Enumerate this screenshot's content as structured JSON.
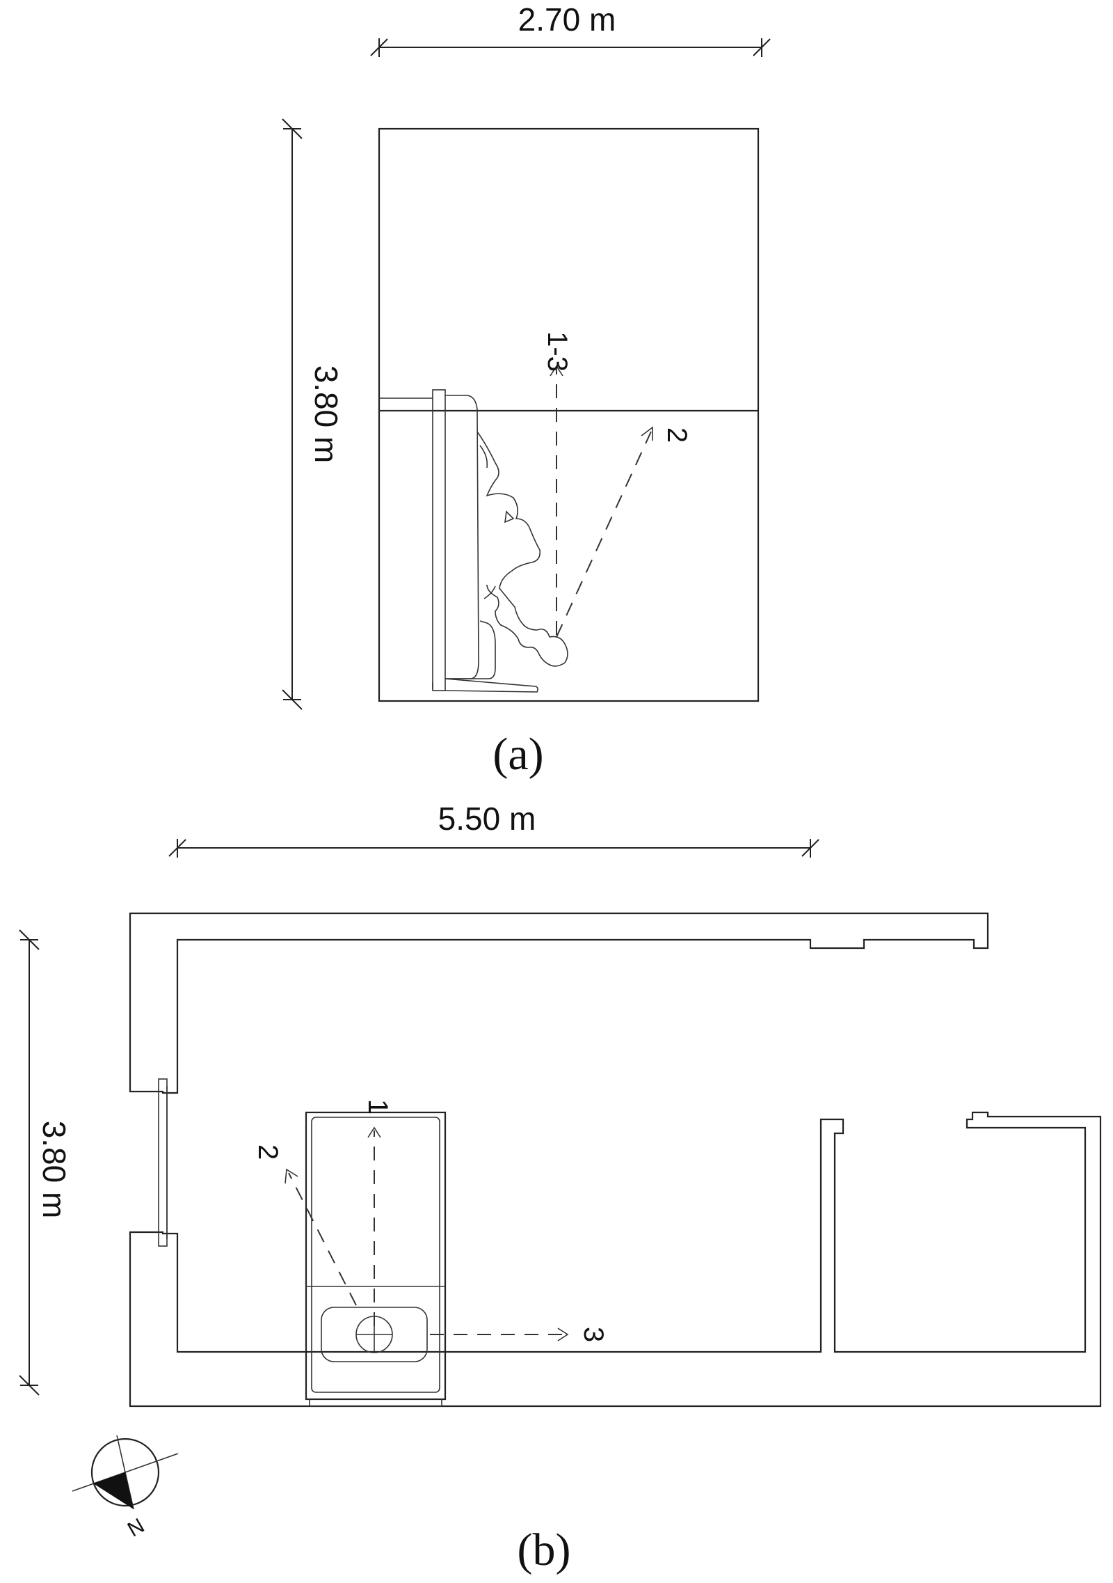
{
  "panel_a": {
    "width_label": "2.70 m",
    "height_label": "3.80 m",
    "view_labels": [
      "1-3",
      "2"
    ],
    "caption": "(a)"
  },
  "panel_b": {
    "width_label": "5.50 m",
    "height_label": "3.80 m",
    "view_labels": [
      "1",
      "2",
      "3"
    ],
    "caption": "(b)",
    "compass_label": "N"
  },
  "colors": {
    "line": "#222222",
    "fill": "#111111",
    "background": "#ffffff"
  }
}
